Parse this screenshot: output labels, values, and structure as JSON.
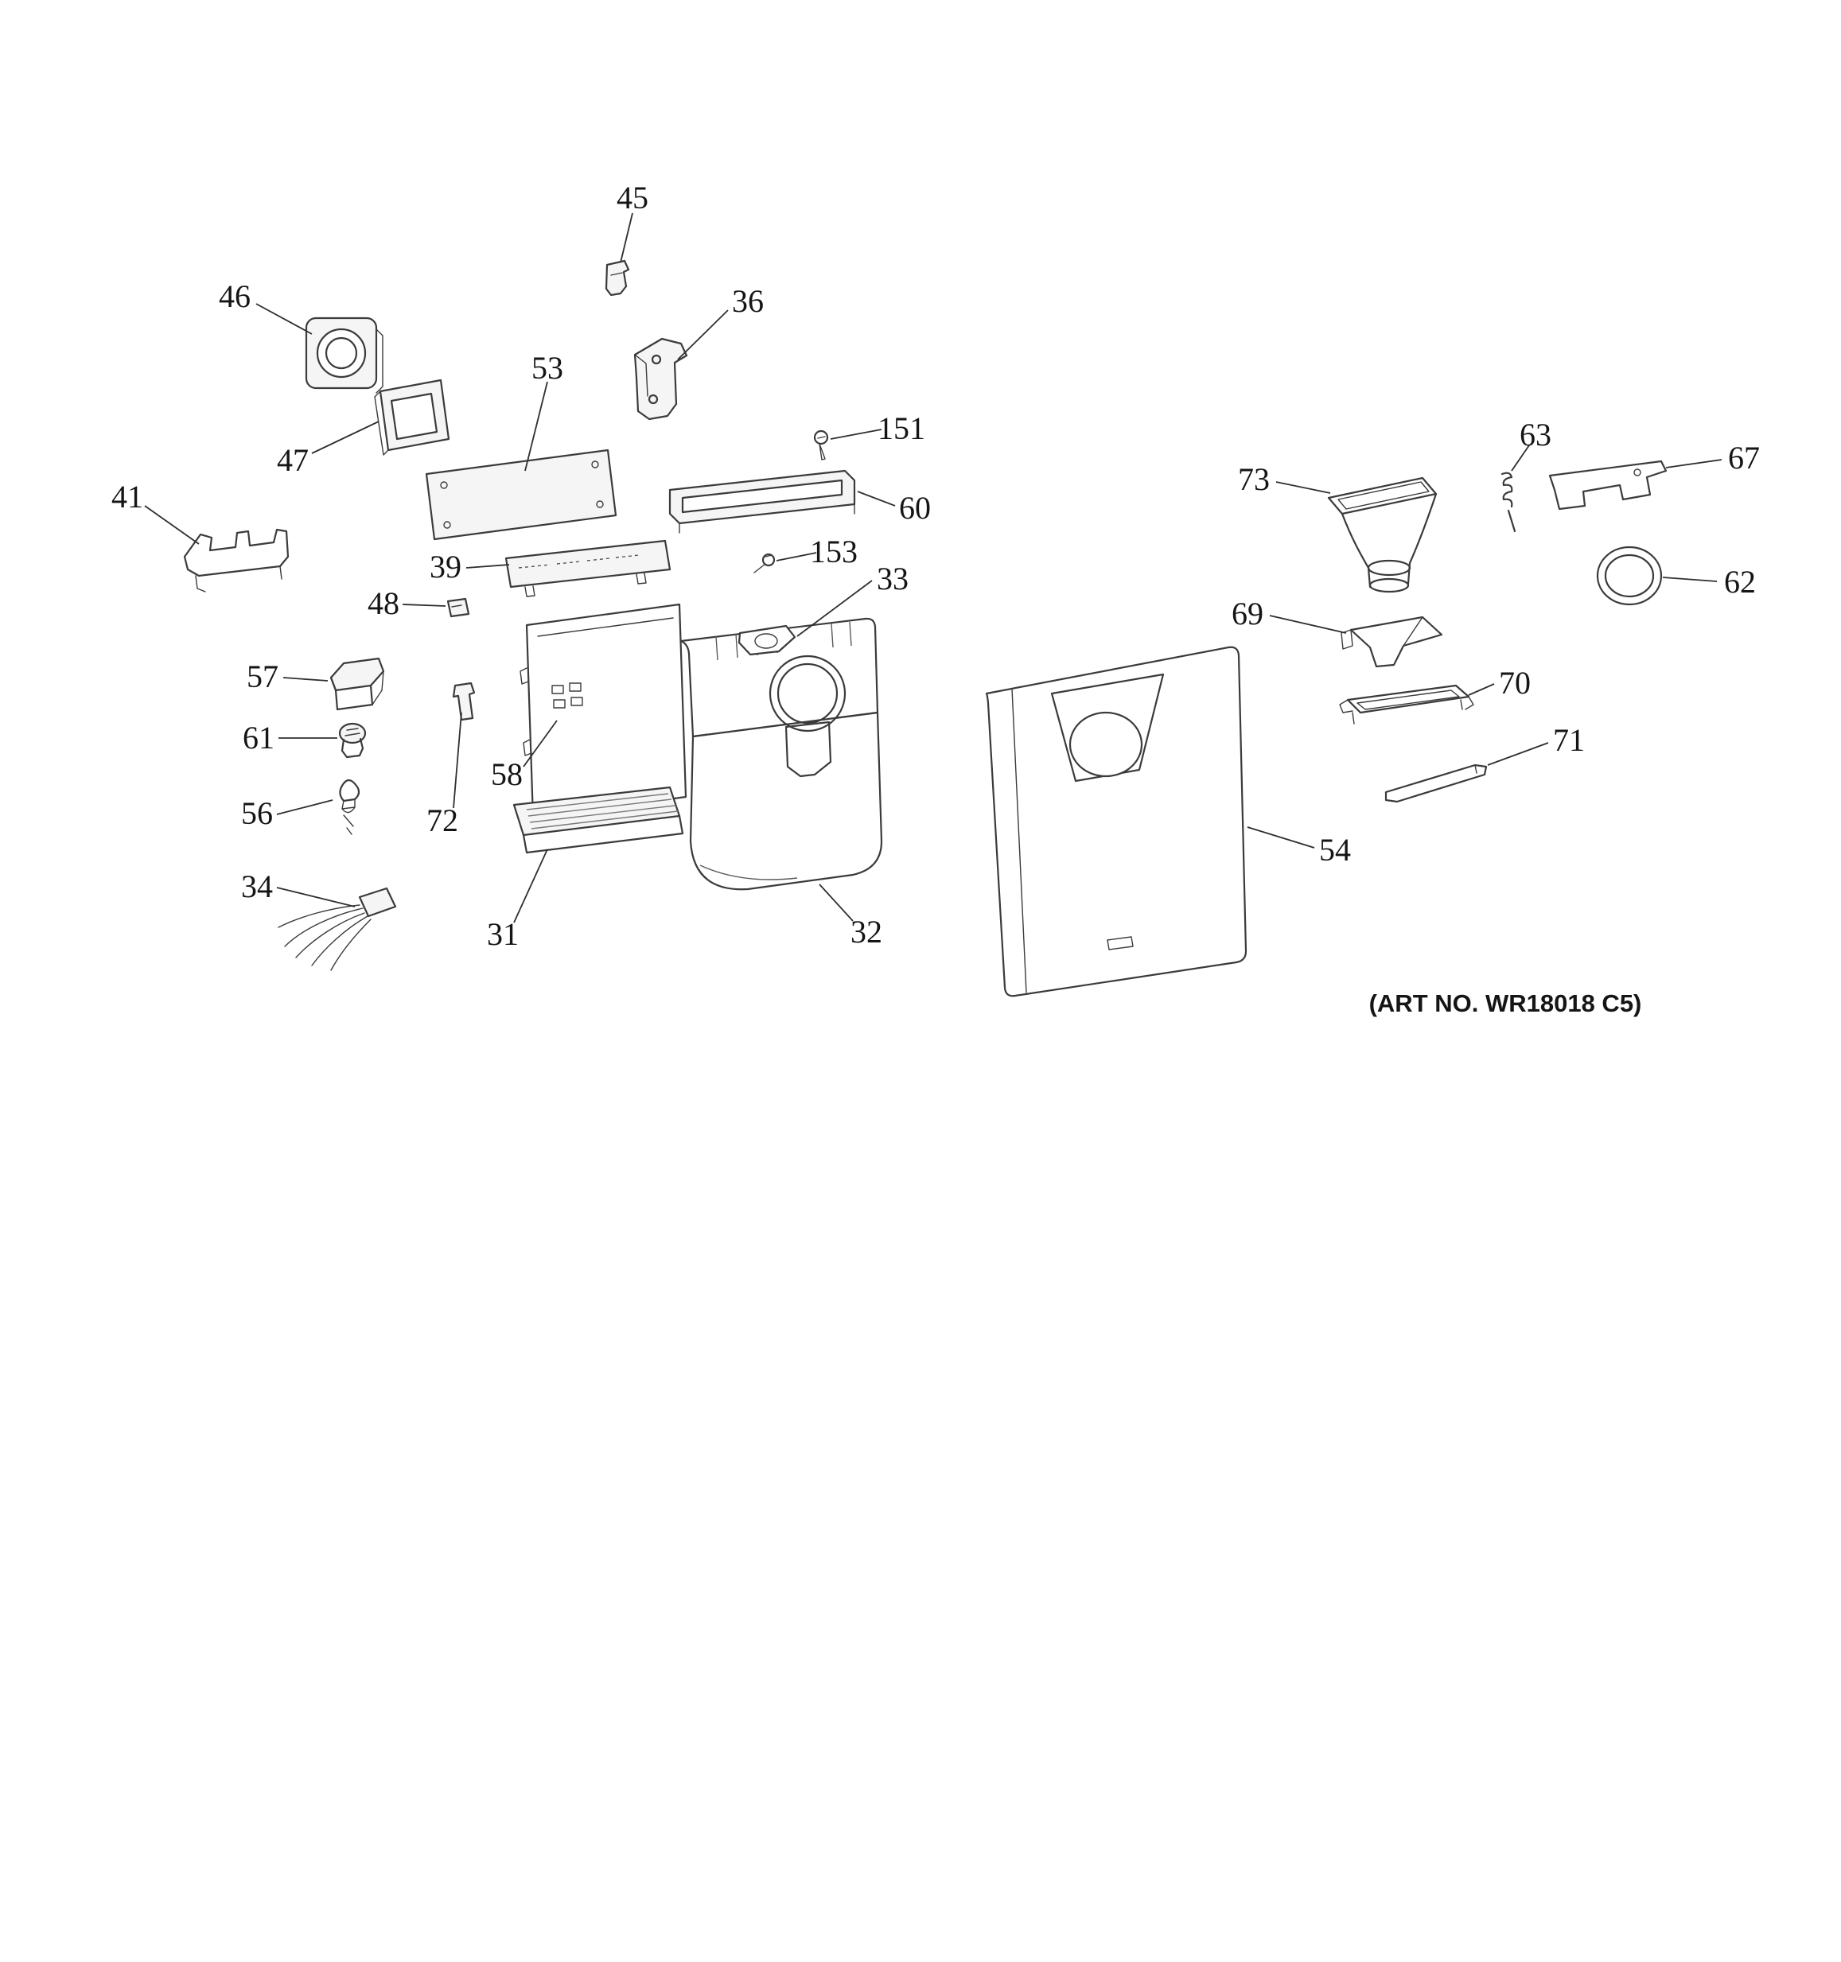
{
  "art_no": "(ART NO. WR18018 C5)",
  "labels": {
    "l31": "31",
    "l32": "32",
    "l33": "33",
    "l34": "34",
    "l36": "36",
    "l39": "39",
    "l41": "41",
    "l45": "45",
    "l46": "46",
    "l47": "47",
    "l48": "48",
    "l53": "53",
    "l54": "54",
    "l56": "56",
    "l57": "57",
    "l58": "58",
    "l60": "60",
    "l61": "61",
    "l62": "62",
    "l63": "63",
    "l67": "67",
    "l69": "69",
    "l70": "70",
    "l71": "71",
    "l72": "72",
    "l73": "73",
    "l151": "151",
    "l153": "153"
  }
}
